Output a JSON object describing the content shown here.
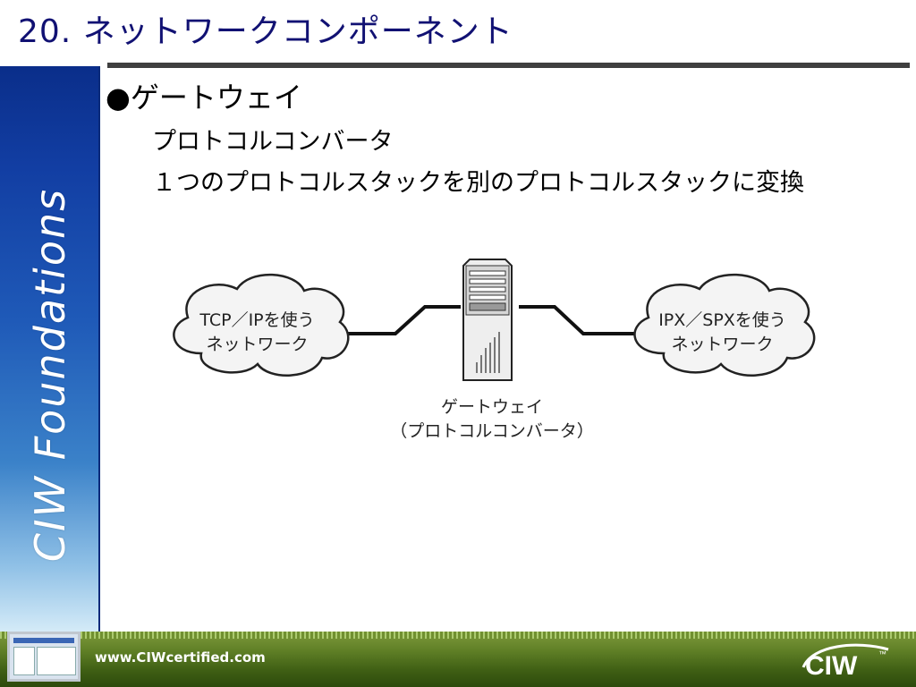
{
  "slide": {
    "title": "20. ネットワークコンポーネント",
    "bullet": "●ゲートウェイ",
    "subline_1": "プロトコルコンバータ",
    "subline_2": "１つのプロトコルスタックを別のプロトコルスタックに変換"
  },
  "sidebar": {
    "text": "CIW Foundations"
  },
  "diagram": {
    "left_cloud": {
      "line1": "TCP／IPを使う",
      "line2": "ネットワーク"
    },
    "right_cloud": {
      "line1": "IPX／SPXを使う",
      "line2": "ネットワーク"
    },
    "server_label": {
      "line1": "ゲートウェイ",
      "line2": "（プロトコルコンバータ）"
    },
    "icons": [
      "cloud-icon",
      "server-tower-icon",
      "cloud-icon"
    ]
  },
  "footer": {
    "url": "www.CIWcertified.com",
    "logo_text": "CIW",
    "logo_tm": "™"
  },
  "colors": {
    "title": "#111173",
    "sidebar_top": "#0a2e8a",
    "sidebar_bottom": "#d6ecf8",
    "footer_green": "#3f5f14",
    "rule": "#3f3f3f"
  }
}
